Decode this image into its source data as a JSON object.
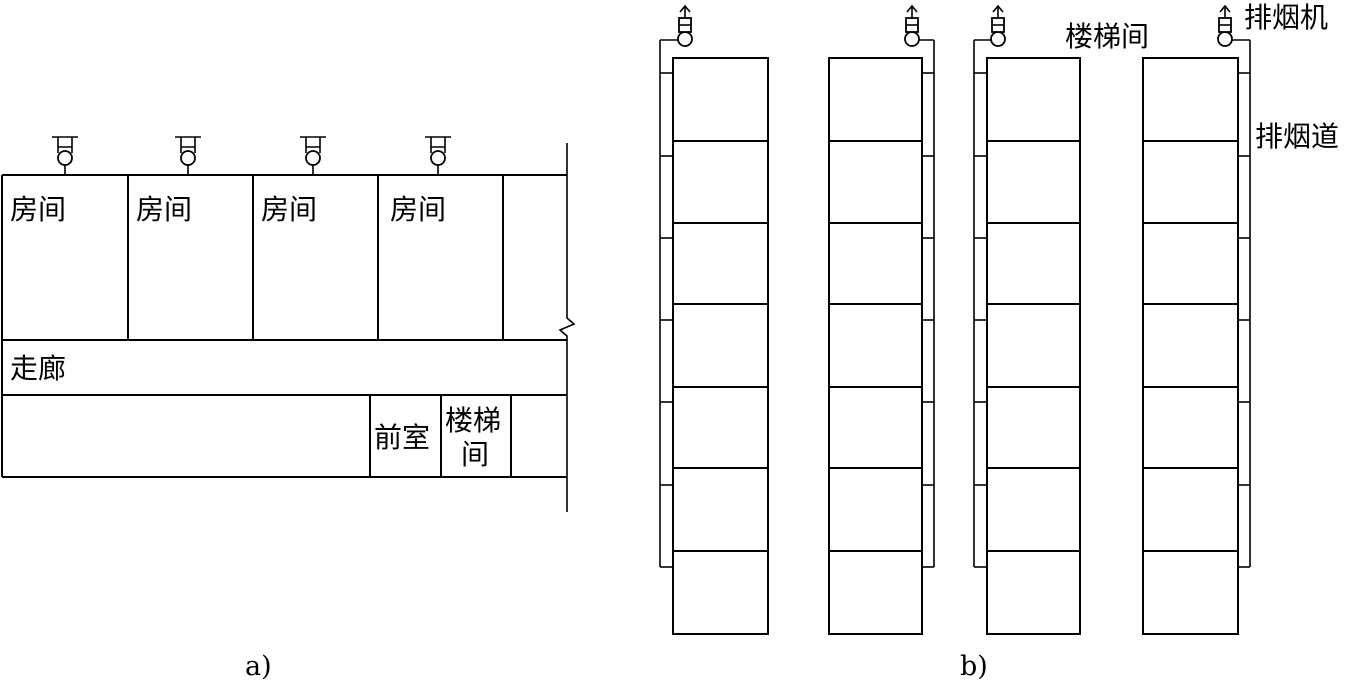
{
  "panel_a": {
    "caption": "a)",
    "rooms": [
      "房间",
      "房间",
      "房间",
      "房间"
    ],
    "corridor": "走廊",
    "anteroom": "前室",
    "stair_line1": "楼梯",
    "stair_line2": "间"
  },
  "panel_b": {
    "caption": "b)",
    "stairwell": "楼梯间",
    "fan": "排烟机",
    "duct": "排烟道"
  }
}
